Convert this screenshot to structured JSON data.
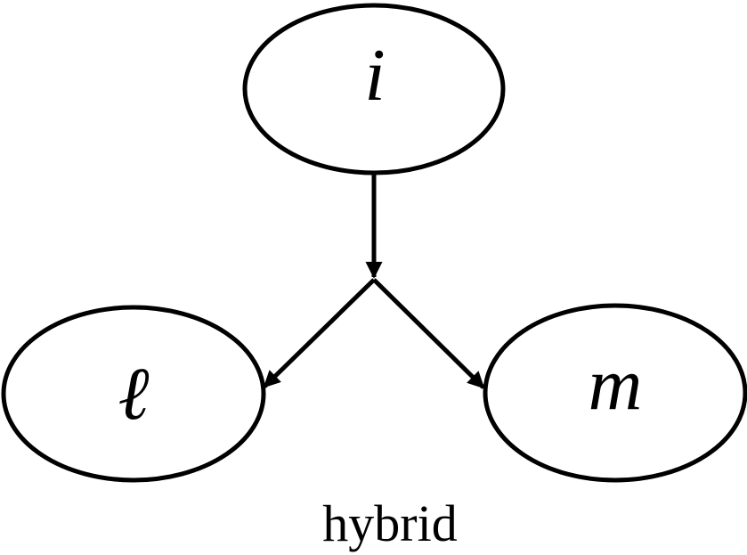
{
  "colors": {
    "stroke": "#000000",
    "background": "#ffffff",
    "text": "#000000"
  },
  "diagram": {
    "type": "directed-graph",
    "caption": "hybrid",
    "nodes": {
      "top": {
        "label": "i"
      },
      "left": {
        "label": "ℓ"
      },
      "right": {
        "label": "m"
      }
    },
    "edges": [
      {
        "from": "i",
        "to": "branch-point",
        "direction": "down",
        "arrowhead": "filled-triangle"
      },
      {
        "from": "branch-point",
        "to": "ℓ",
        "direction": "down-left",
        "arrowhead": "filled-triangle"
      },
      {
        "from": "branch-point",
        "to": "m",
        "direction": "down-right",
        "arrowhead": "filled-triangle"
      }
    ]
  }
}
